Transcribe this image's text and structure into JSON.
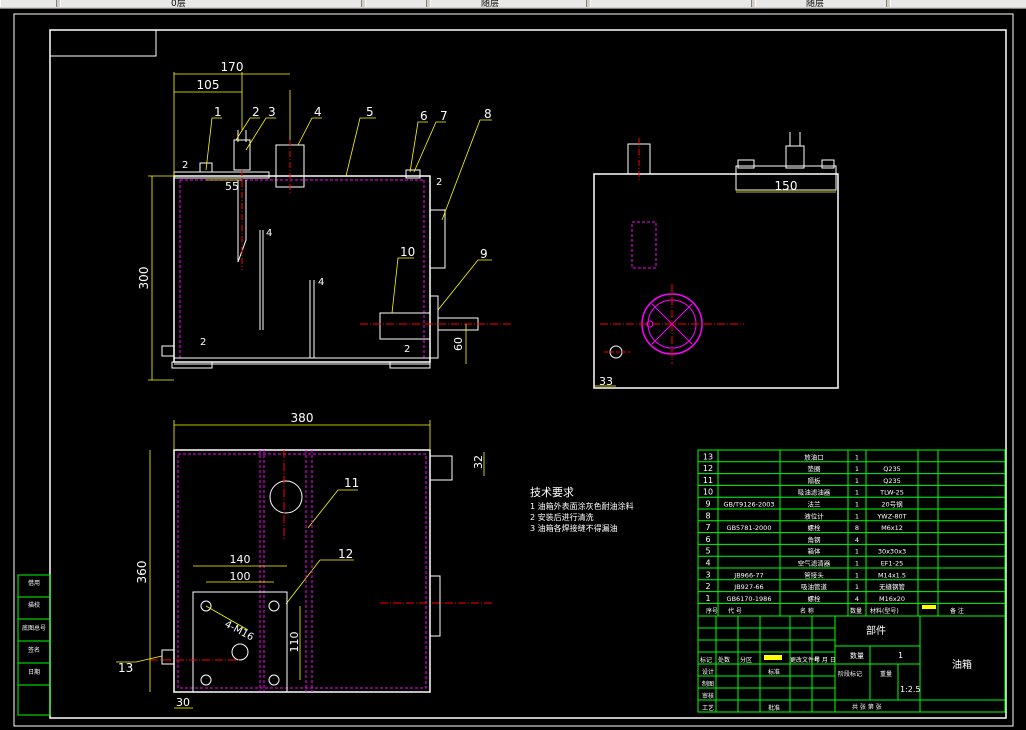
{
  "toolbar": {
    "layer_label": "0层",
    "color_label": "随层",
    "linetype_label": "随层"
  },
  "dims": {
    "d170": "170",
    "d105": "105",
    "d55": "55",
    "d300": "300",
    "d60": "60",
    "d150": "150",
    "d33": "33",
    "d380": "380",
    "d32": "32",
    "d360": "360",
    "d140": "140",
    "d100": "100",
    "d110": "110",
    "d30": "30",
    "hole": "4-M16",
    "weld2": "2",
    "weld4": "4"
  },
  "balloons": [
    "1",
    "2",
    "3",
    "4",
    "5",
    "6",
    "7",
    "8",
    "9",
    "10",
    "11",
    "12",
    "13"
  ],
  "notes": {
    "title": "技术要求",
    "lines": [
      "1  油箱外表面涂灰色耐油涂料",
      "2  安装后进行清洗",
      "3  油箱各焊接缝不得漏油"
    ]
  },
  "bom": {
    "rows": [
      {
        "no": "13",
        "code": "",
        "name": "放油口",
        "qty": "1",
        "mat": ""
      },
      {
        "no": "12",
        "code": "",
        "name": "垫圈",
        "qty": "1",
        "mat": "Q235"
      },
      {
        "no": "11",
        "code": "",
        "name": "隔板",
        "qty": "1",
        "mat": "Q235"
      },
      {
        "no": "10",
        "code": "",
        "name": "吸油滤油器",
        "qty": "1",
        "mat": "TLW-25"
      },
      {
        "no": "9",
        "code": "GB/T9126-2003",
        "name": "法兰",
        "qty": "1",
        "mat": "20号钢"
      },
      {
        "no": "8",
        "code": "",
        "name": "液位计",
        "qty": "1",
        "mat": "YWZ-80T"
      },
      {
        "no": "7",
        "code": "GB5781-2000",
        "name": "螺栓",
        "qty": "8",
        "mat": "M6x12"
      },
      {
        "no": "6",
        "code": "",
        "name": "角钢",
        "qty": "4",
        "mat": ""
      },
      {
        "no": "5",
        "code": "",
        "name": "箱体",
        "qty": "1",
        "mat": "30x30x3"
      },
      {
        "no": "4",
        "code": "",
        "name": "空气滤清器",
        "qty": "1",
        "mat": "EF1-25"
      },
      {
        "no": "3",
        "code": "JB966-77",
        "name": "管接头",
        "qty": "1",
        "mat": "M14x1.5"
      },
      {
        "no": "2",
        "code": "JB927-66",
        "name": "吸油管道",
        "qty": "1",
        "mat": "无缝钢管"
      },
      {
        "no": "1",
        "code": "GB6170-1986",
        "name": "螺栓",
        "qty": "4",
        "mat": "M16x20"
      }
    ],
    "header": {
      "no": "序号",
      "code": "代  号",
      "name": "名  称",
      "qty": "数量",
      "mat": "材料(型号)",
      "remark": "备   注"
    }
  },
  "titleblock": {
    "part": "部件",
    "qty_label": "数量",
    "qty": "1",
    "name": "油箱",
    "scale": "1:2.5",
    "weight_label": "重量",
    "stage_label": "阶段标记",
    "sheet": "共  张  第  张",
    "rows": [
      "标记",
      "处数",
      "分区",
      "更改文件号",
      "签名",
      "年 月 日"
    ],
    "roles": [
      "设计",
      "标准",
      "制图",
      "审核",
      "工艺",
      "批准"
    ]
  },
  "leftstrip": [
    "借用",
    "描校",
    "底图总号",
    "签名",
    "日期"
  ]
}
